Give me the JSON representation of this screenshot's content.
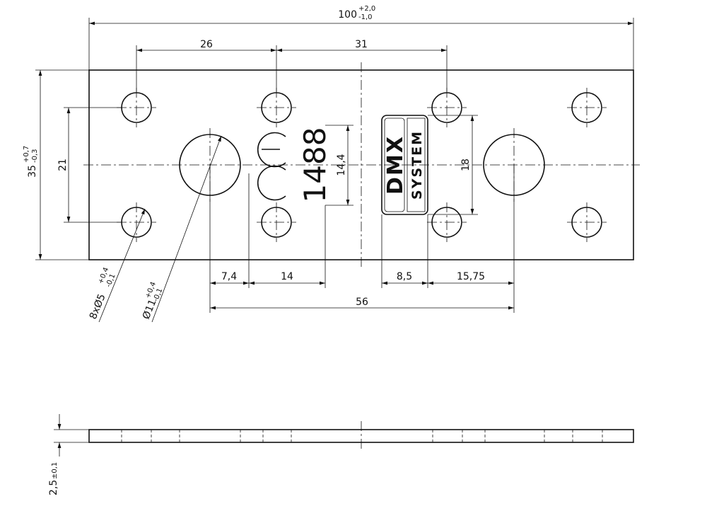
{
  "drawing": {
    "overall_length": {
      "value": "100",
      "tol_upper": "+2,0",
      "tol_lower": "-1,0"
    },
    "overall_width": {
      "value": "35",
      "tol_upper": "+0,7",
      "tol_lower": "-0,3"
    },
    "hole_spacing_a": "26",
    "hole_spacing_b": "31",
    "hole_row_spacing": "21",
    "ce_offset": "7,4",
    "ce_width": "14",
    "marking_height": "14,4",
    "logo_height": "18",
    "logo_offset": "8,5",
    "logo_to_hole": "15,75",
    "big_hole_spacing": "56",
    "small_holes": {
      "value": "8xØ5",
      "tol_upper": "+0,4",
      "tol_lower": "-0,1"
    },
    "big_holes": {
      "value": "Ø11",
      "tol_upper": "+0,4",
      "tol_lower": "-0,1"
    },
    "thickness": {
      "value": "2,5",
      "tol": "±0,1"
    },
    "marking_number": "1488",
    "logo_top": "DMX",
    "logo_bottom": "SYSTEM"
  }
}
